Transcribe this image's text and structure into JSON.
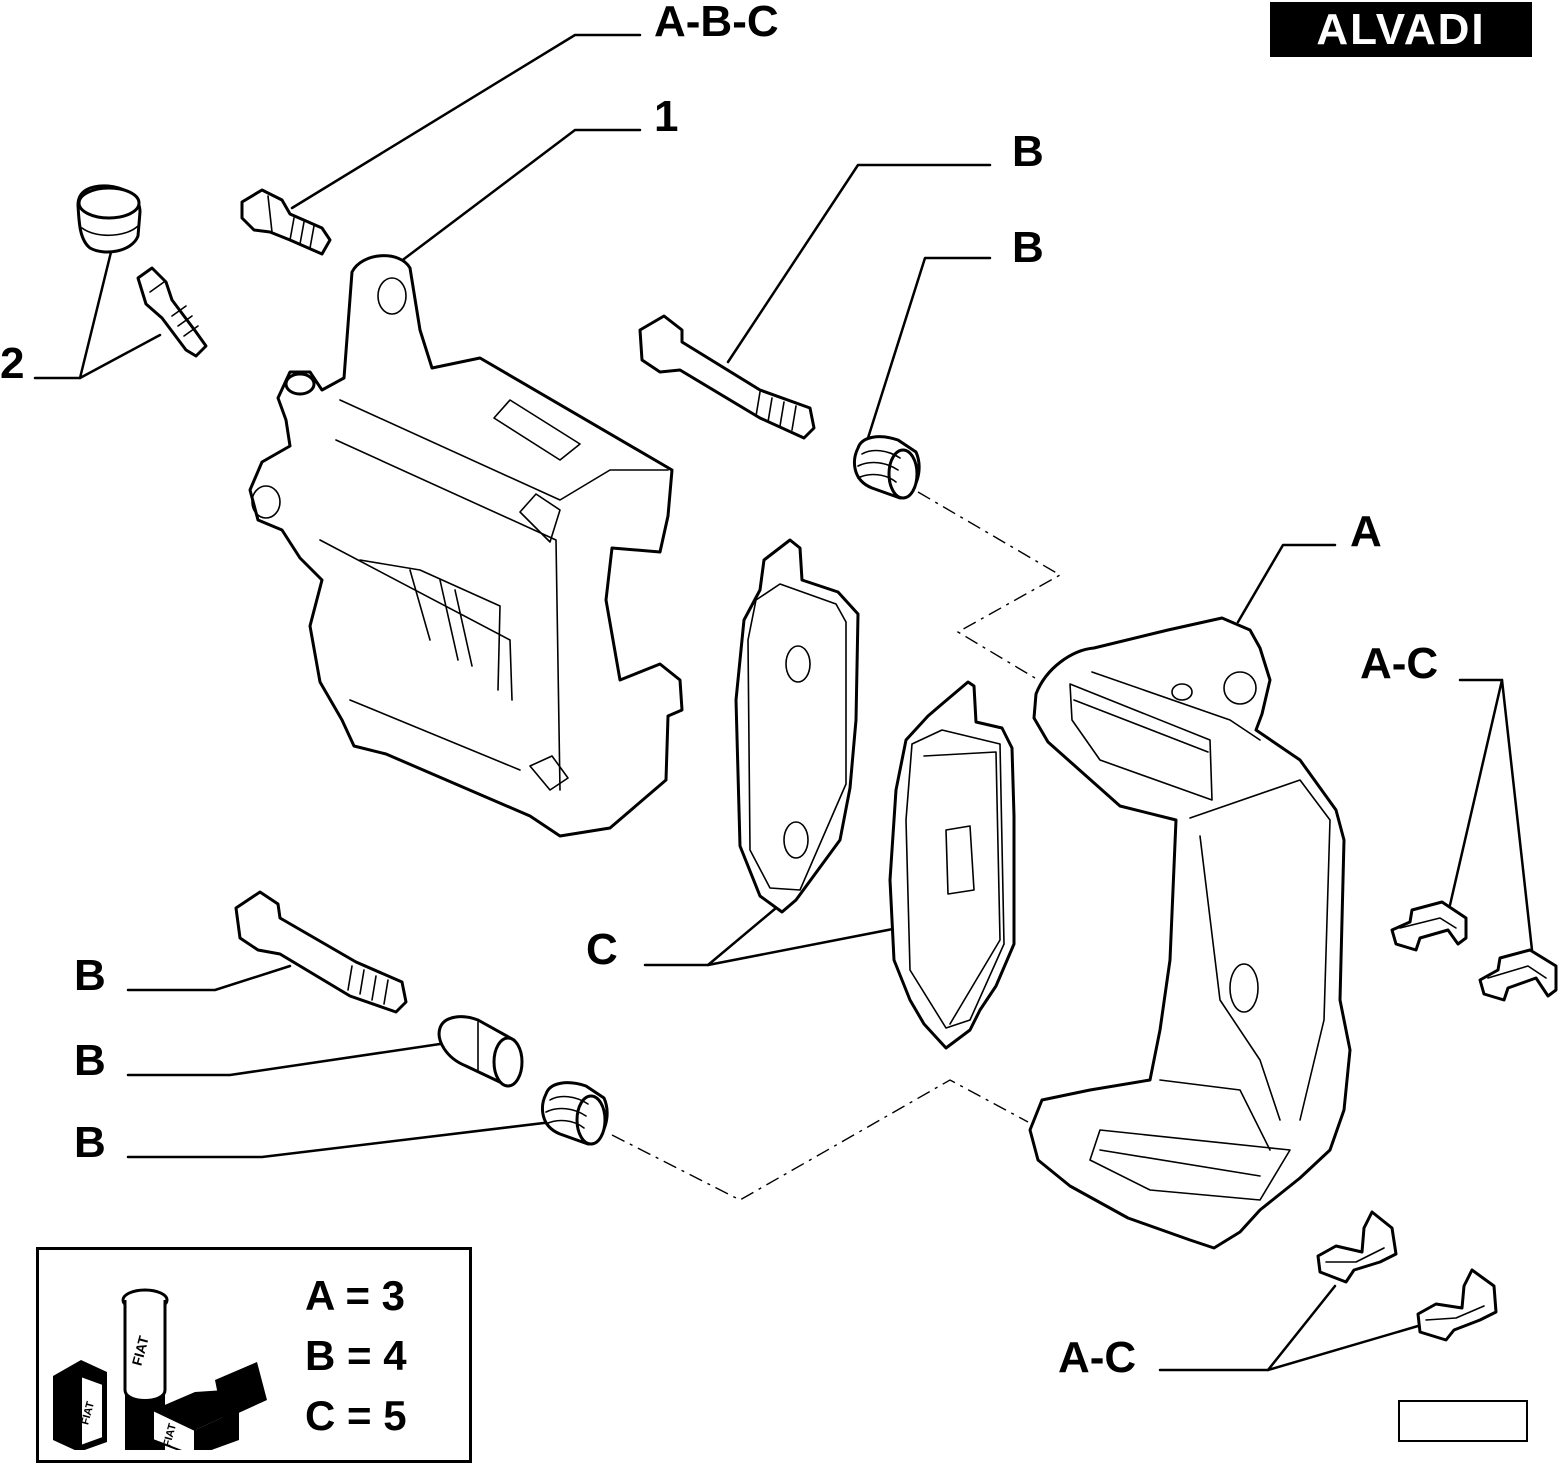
{
  "brand": "ALVADI",
  "callouts": {
    "abc": "A-B-C",
    "one": "1",
    "two": "2",
    "b_pin_top": "B",
    "b_bush_top": "B",
    "a_carrier": "A",
    "ac_clips_right": "A-C",
    "c_pads": "C",
    "b_pin_bottom": "B",
    "b_sleeve_bottom": "B",
    "b_bush_bottom": "B",
    "ac_clips_bottom": "A-C"
  },
  "legend": {
    "line1": "A = 3",
    "line2": "B = 4",
    "line3": "C = 5",
    "icon": "fiat-parts-kit-icon",
    "icon_text": "FIAT"
  },
  "reference_code": "",
  "colors": {
    "ink": "#000000",
    "paper": "#ffffff"
  }
}
